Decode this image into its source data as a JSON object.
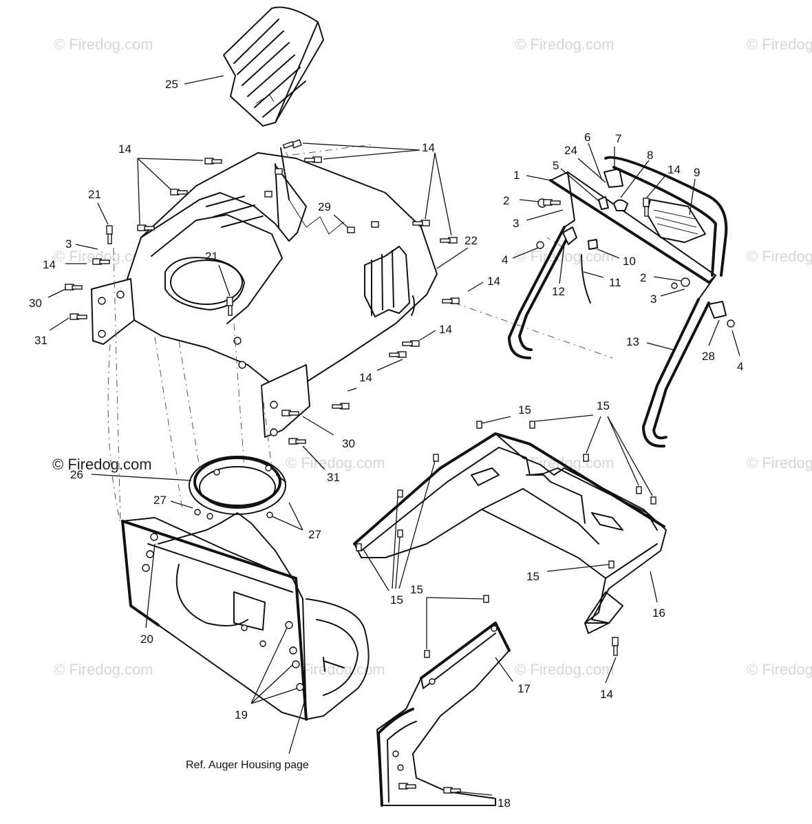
{
  "watermark": "© Firedog.com",
  "reference_note": "Ref. Auger Housing page",
  "callouts": {
    "c25": "25",
    "c14a": "14",
    "c14b": "14",
    "c21a": "21",
    "c3a": "3",
    "c14c": "14",
    "c30a": "30",
    "c31a": "31",
    "c21b": "21",
    "c29": "29",
    "c22": "22",
    "c14d": "14",
    "c14e": "14",
    "c14f": "14",
    "c30b": "30",
    "c31b": "31",
    "c26": "26",
    "c27a": "27",
    "c27b": "27",
    "c20": "20",
    "c19": "19",
    "c1": "1",
    "c2a": "2",
    "c3b": "3",
    "c4a": "4",
    "c5": "5",
    "c24": "24",
    "c6": "6",
    "c7": "7",
    "c8": "8",
    "c14g": "14",
    "c9": "9",
    "c10": "10",
    "c11": "11",
    "c12": "12",
    "c2b": "2",
    "c3c": "3",
    "c13": "13",
    "c28": "28",
    "c4b": "4",
    "c15a": "15",
    "c15b": "15",
    "c15c": "15",
    "c15d": "15",
    "c16": "16",
    "c15e": "15",
    "c17": "17",
    "c14h": "14",
    "c18": "18"
  }
}
